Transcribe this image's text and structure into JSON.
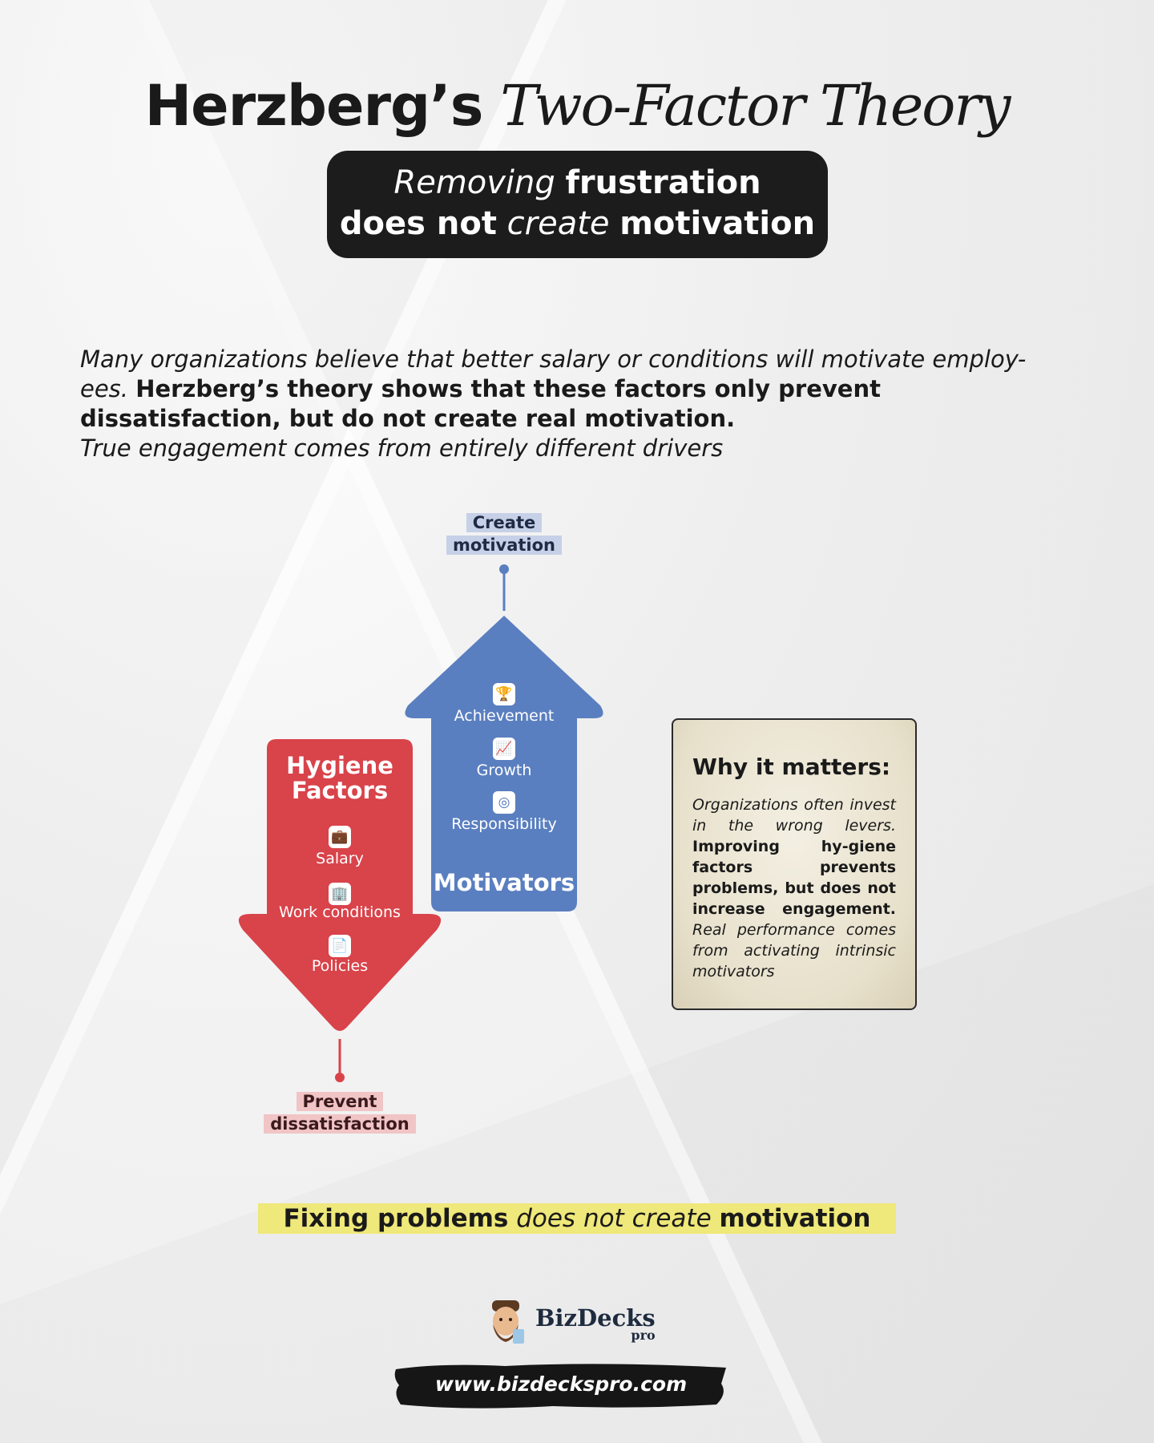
{
  "header": {
    "title_plain": "Herzberg’s",
    "title_script": "Two-Factor Theory"
  },
  "subtitle": {
    "line1_italic": "Removing",
    "line1_bold": "frustration",
    "line2_bold_a": "does not",
    "line2_italic": "create",
    "line2_bold_b": "motivation"
  },
  "intro": {
    "italic_a": "Many organizations believe that better salary or conditions will motivate employ-ees.",
    "bold": "Herzberg’s theory shows that these factors only prevent dissatisfaction, but do not create real motivation.",
    "italic_b": "True engagement comes from entirely different drivers"
  },
  "motivators": {
    "top_tag_line1": "Create",
    "top_tag_line2": "motivation",
    "heading": "Motivators",
    "items": [
      {
        "label": "Achievement",
        "icon": "trophy-icon"
      },
      {
        "label": "Growth",
        "icon": "growth-chart-icon"
      },
      {
        "label": "Responsibility",
        "icon": "target-icon"
      }
    ],
    "color": "#5a7fc0"
  },
  "hygiene": {
    "heading_line1": "Hygiene",
    "heading_line2": "Factors",
    "bottom_tag_line1": "Prevent",
    "bottom_tag_line2": "dissatisfaction",
    "items": [
      {
        "label": "Salary",
        "icon": "briefcase-icon"
      },
      {
        "label": "Work conditions",
        "icon": "building-icon"
      },
      {
        "label": "Policies",
        "icon": "document-icon"
      }
    ],
    "color": "#d9434a"
  },
  "why": {
    "heading": "Why it matters:",
    "italic_a": "Organizations often invest in the wrong levers.",
    "bold": "Improving hy-giene factors prevents problems, but does not increase engagement.",
    "italic_b": "Real performance comes from activating intrinsic motivators"
  },
  "conclusion": {
    "bold_a": "Fixing problems",
    "italic": "does not create",
    "bold_b": "motivation"
  },
  "brand": {
    "name": "BizDecks",
    "suffix": "pro",
    "url": "www.bizdeckspro.com"
  }
}
